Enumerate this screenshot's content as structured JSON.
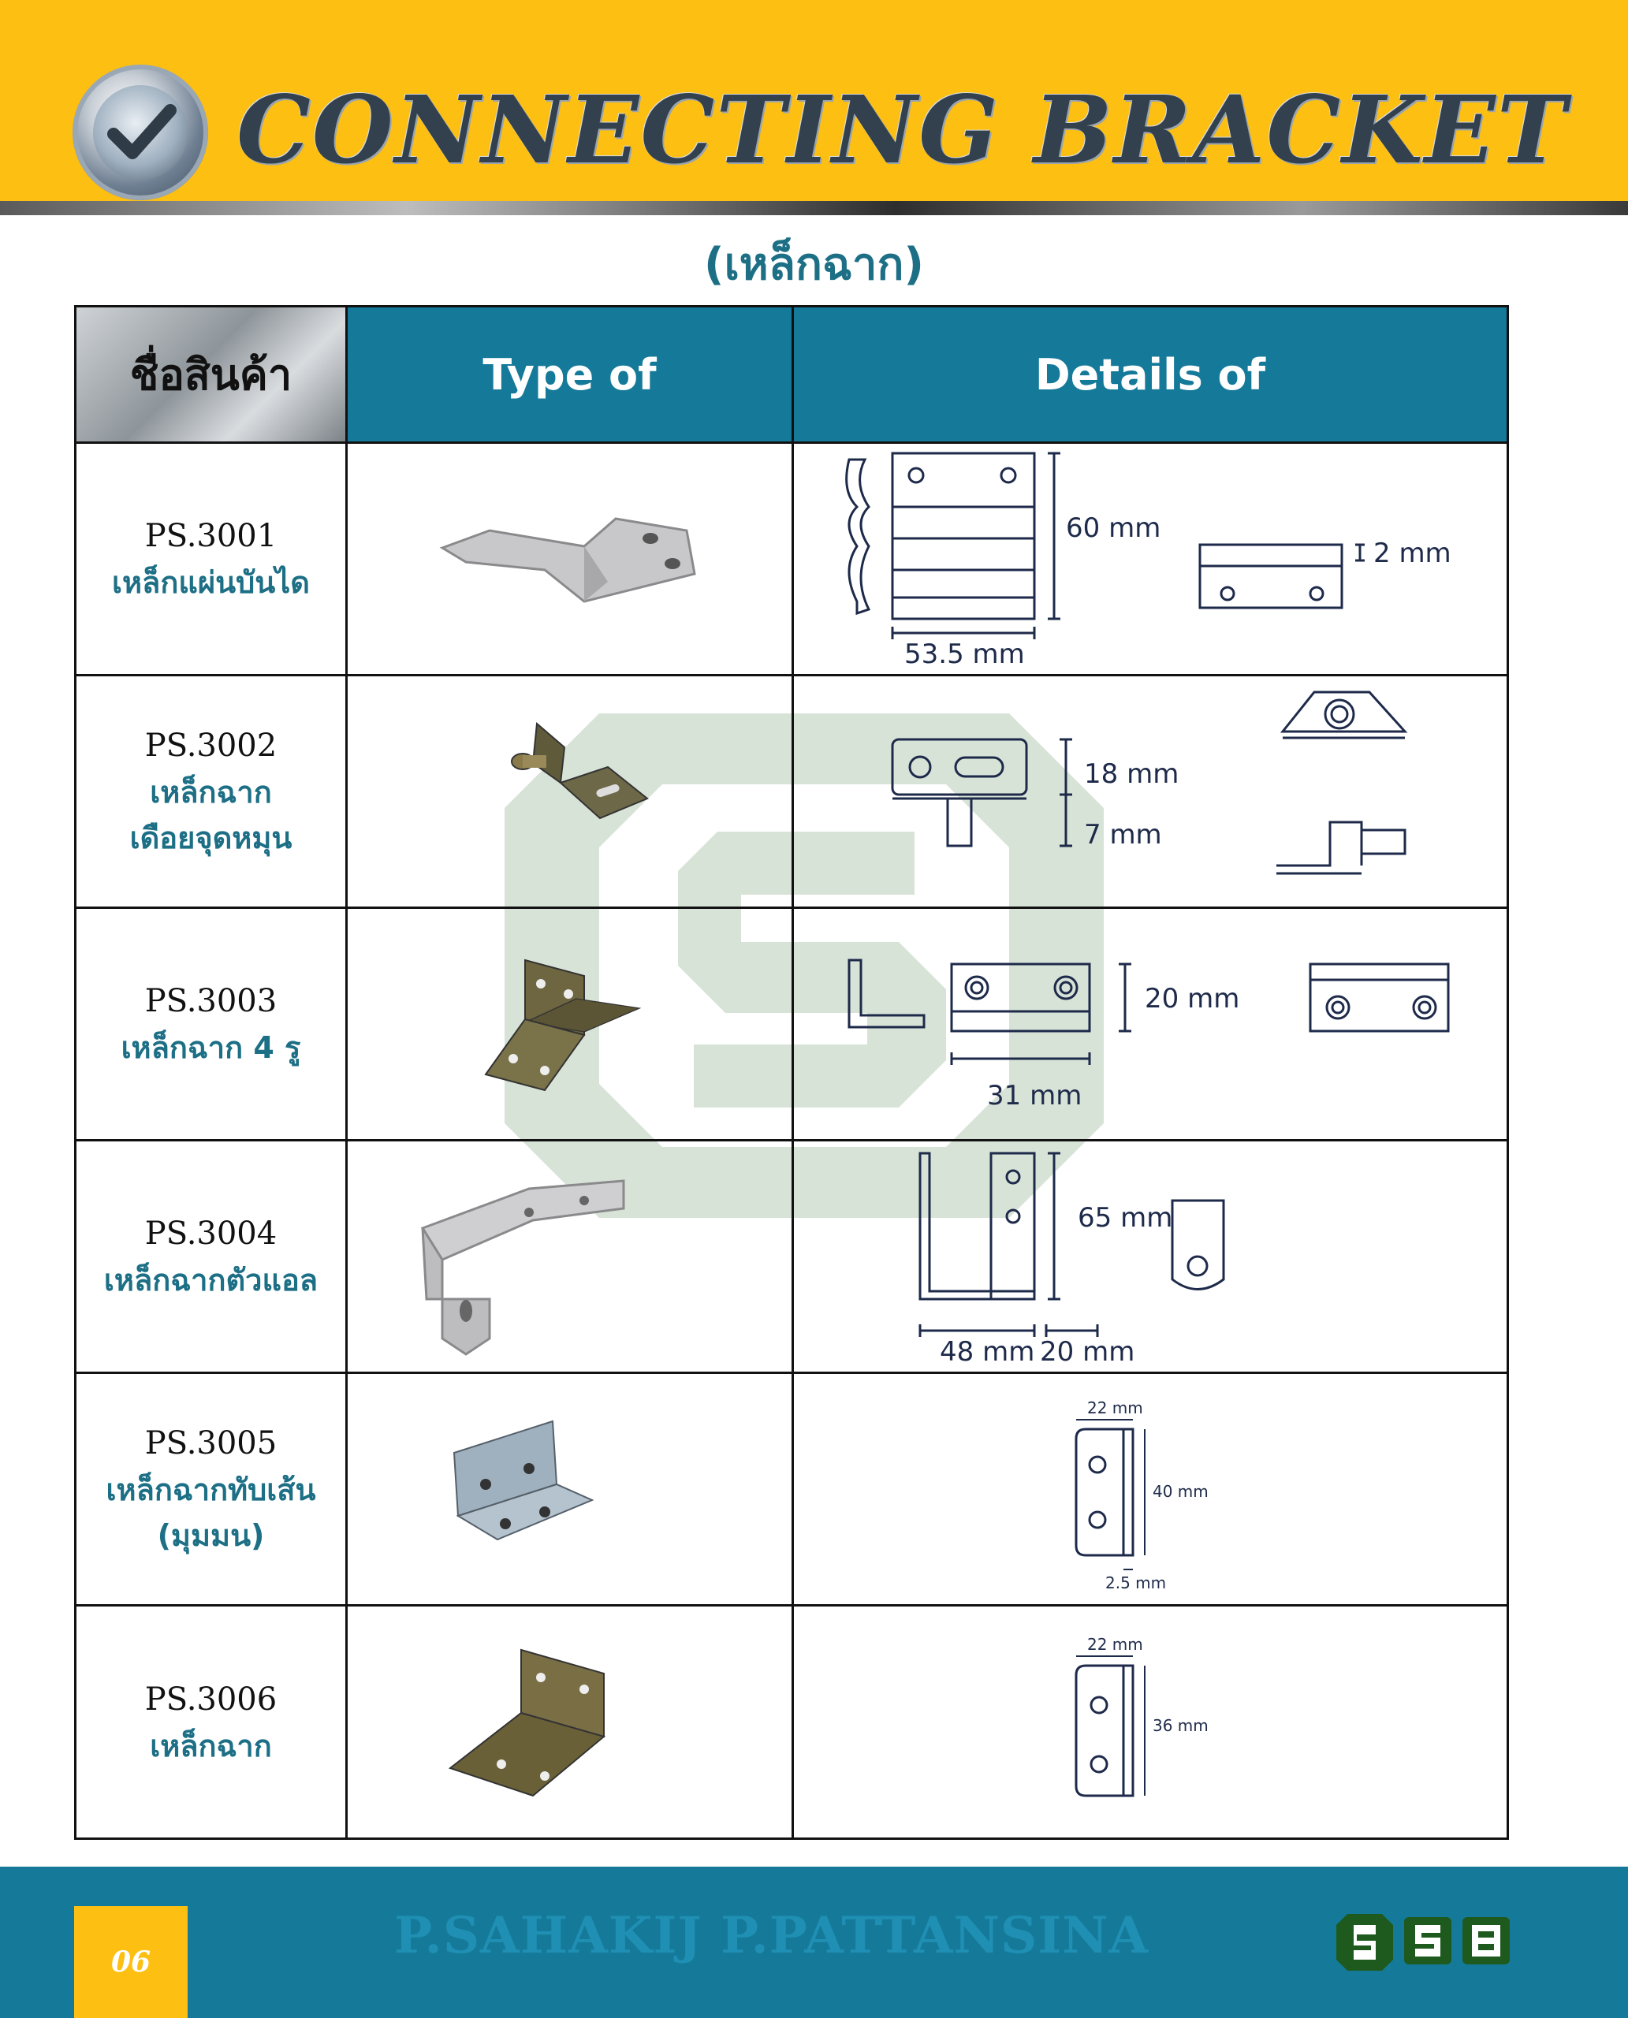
{
  "header": {
    "title": "CONNECTING BRACKET",
    "subtitle": "(เหล็กฉาก)"
  },
  "table": {
    "columns": [
      "ชื่อสินค้า",
      "Type of",
      "Details of"
    ],
    "rows": [
      {
        "code": "PS.3001",
        "name": [
          "เหล็กแผ่นบันได"
        ],
        "dims": [
          "60 mm",
          "2 mm",
          "53.5 mm"
        ]
      },
      {
        "code": "PS.3002",
        "name": [
          "เหล็กฉาก",
          "เดือยจุดหมุน"
        ],
        "dims": [
          "18 mm",
          "7 mm"
        ]
      },
      {
        "code": "PS.3003",
        "name": [
          "เหล็กฉาก  4 รู"
        ],
        "dims": [
          "20 mm",
          "31 mm"
        ]
      },
      {
        "code": "PS.3004",
        "name": [
          "เหล็กฉากตัวแอล"
        ],
        "dims": [
          "65 mm",
          "48 mm",
          "20 mm"
        ]
      },
      {
        "code": "PS.3005",
        "name": [
          "เหล็กฉากทับเส้น",
          "(มุมมน)"
        ],
        "dims": [
          "22 mm",
          "40 mm",
          "2.5 mm"
        ]
      },
      {
        "code": "PS.3006",
        "name": [
          "เหล็กฉาก"
        ],
        "dims": [
          "22 mm",
          "36 mm"
        ]
      }
    ]
  },
  "footer": {
    "page": "06",
    "brand": "P.SAHAKIJ    P.PATTANSINA"
  },
  "colors": {
    "header_yellow": "#fcbf12",
    "teal": "#157a9a",
    "thai_text": "#1d6f86"
  }
}
